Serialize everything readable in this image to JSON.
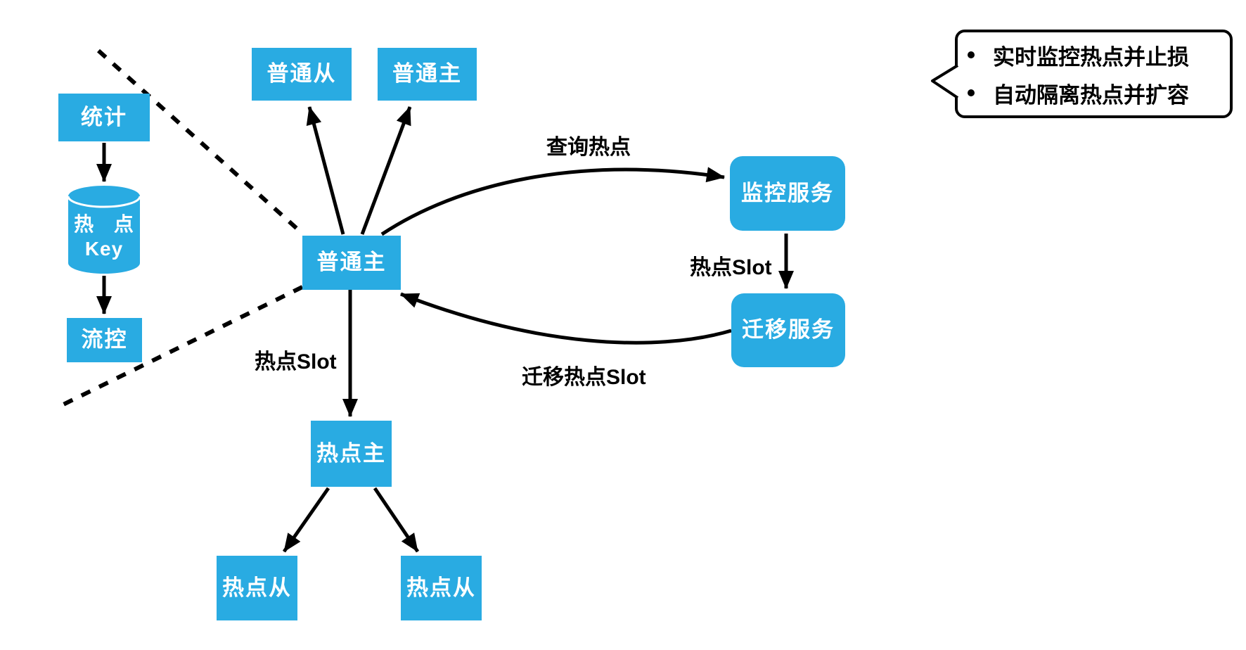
{
  "colors": {
    "node_fill": "#29ABE2",
    "node_text": "#FFFFFF",
    "edge": "#000000",
    "background": "#FFFFFF"
  },
  "nodes": {
    "stats": {
      "label": "统计"
    },
    "hot_key": {
      "line1_char1": "热",
      "line1_char2": "点",
      "line2": "Key"
    },
    "flow_control": {
      "label": "流控"
    },
    "normal_slave_top": {
      "label": "普通从"
    },
    "normal_master_top": {
      "label": "普通主"
    },
    "normal_master": {
      "label": "普通主"
    },
    "monitor_service": {
      "label": "监控服务"
    },
    "migration_service": {
      "label": "迁移服务"
    },
    "hot_master": {
      "label": "热点主"
    },
    "hot_slave_left": {
      "label": "热点从"
    },
    "hot_slave_right": {
      "label": "热点从"
    }
  },
  "edge_labels": {
    "query_hotspot": "查询热点",
    "hot_slot_to_migration": "热点Slot",
    "migrate_hot_slot": "迁移热点Slot",
    "hot_slot_down": "热点Slot"
  },
  "callout": {
    "bullets": [
      "实时监控热点并止损",
      "自动隔离热点并扩容"
    ]
  }
}
